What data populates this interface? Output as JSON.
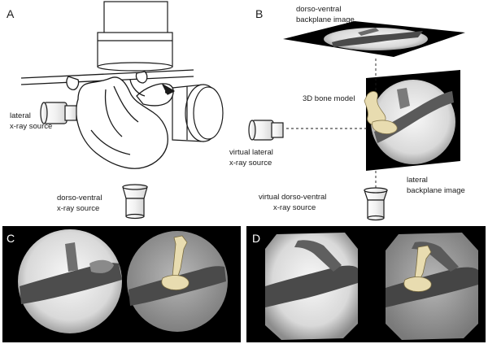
{
  "panels": {
    "a": {
      "letter": "A"
    },
    "b": {
      "letter": "B"
    },
    "c": {
      "letter": "C"
    },
    "d": {
      "letter": "D"
    }
  },
  "labels": {
    "lateral_source": [
      "lateral",
      "x-ray source"
    ],
    "dv_source": [
      "dorso-ventral",
      "x-ray source"
    ],
    "dv_backplane": [
      "dorso-ventral",
      "backplane image"
    ],
    "bone_model": "3D bone model",
    "virtual_lateral": [
      "virtual lateral",
      "x-ray source"
    ],
    "lateral_backplane": [
      "lateral",
      "backplane image"
    ],
    "virtual_dv": [
      "virtual dorso-ventral",
      "x-ray source"
    ]
  },
  "colors": {
    "ink": "#1a1a1a",
    "panel_bg_dark": "#000000",
    "xray_light": "#f4f4f4",
    "xray_mid": "#9a9a9a",
    "bone": "#e8dcb0"
  }
}
